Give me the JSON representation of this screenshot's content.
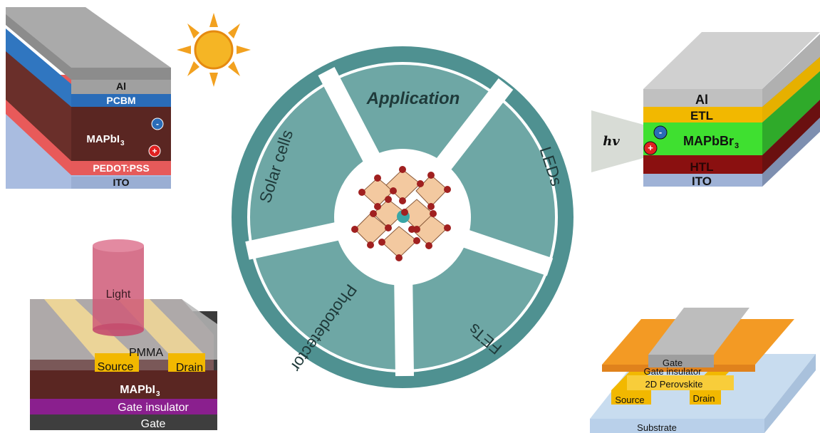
{
  "center": {
    "title": "Application",
    "segments": {
      "top": "Application",
      "right": "LEDs",
      "bottom_right": "FETs",
      "bottom_left": "Photodetector",
      "left": "Solar cells"
    }
  },
  "solar_cell": {
    "layers": [
      "Al",
      "PCBM",
      "MAPbI",
      "PEDOT:PSS",
      "ITO"
    ],
    "absorber_subscript": "3",
    "charges": [
      "-",
      "+"
    ]
  },
  "led": {
    "photon_label": "hv",
    "layers": [
      "Al",
      "ETL",
      "MAPbBr",
      "HTL",
      "ITO"
    ],
    "emitter_subscript": "3",
    "charges": [
      "-",
      "+"
    ]
  },
  "photodetector": {
    "light_label": "Light",
    "layers": [
      "PMMA",
      "Source",
      "Drain",
      "MAPbI",
      "Gate insulator",
      "Gate"
    ],
    "absorber_subscript": "3"
  },
  "fet": {
    "layers": [
      "Gate",
      "Gate insulator",
      "2D Perovskite",
      "Source",
      "Drain",
      "Substrate"
    ]
  },
  "colors": {
    "teal": "#4f9191",
    "teal_light": "#6ea7a5",
    "octahedron": "#f3c9a0",
    "atom": "#a02020",
    "sun": "#f2a11f"
  }
}
